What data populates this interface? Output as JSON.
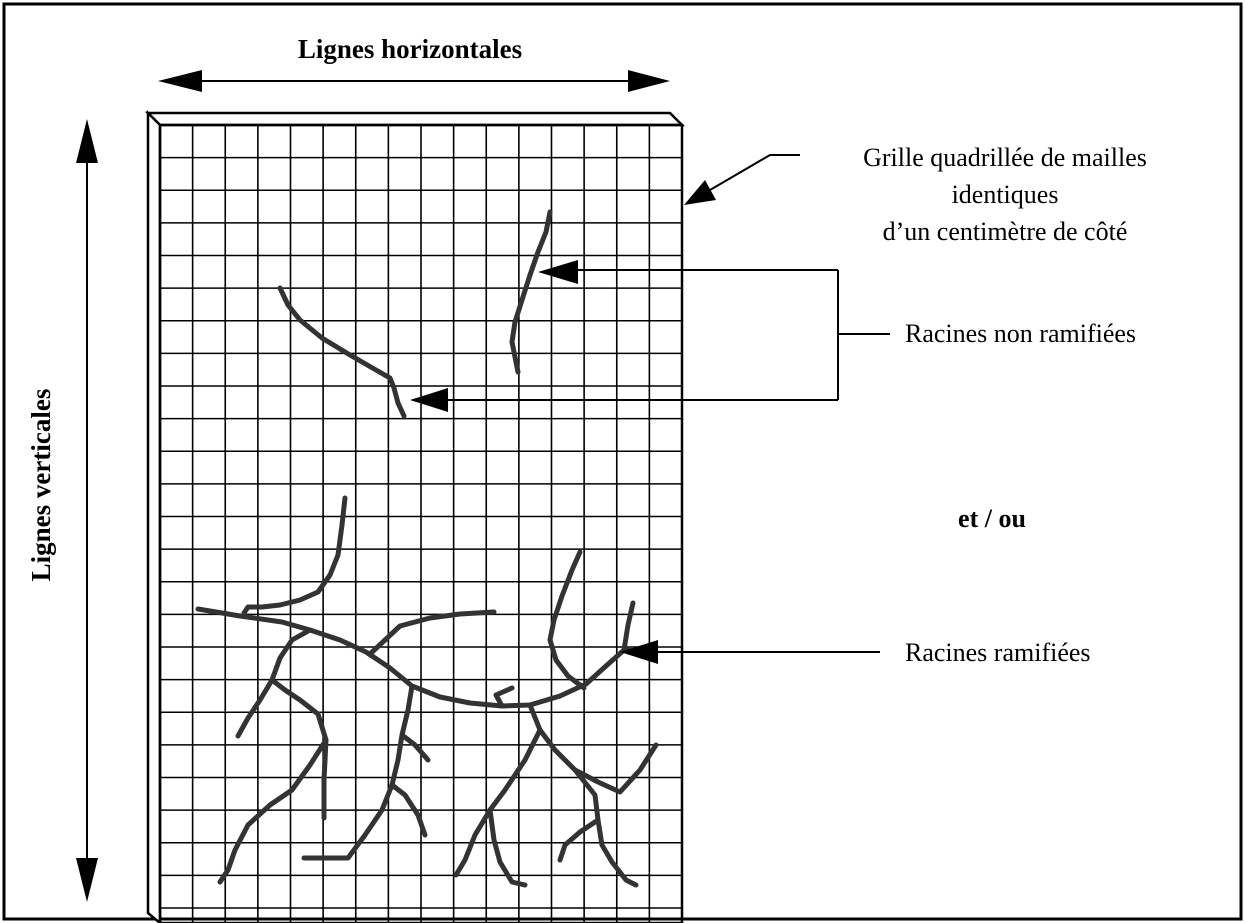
{
  "labels": {
    "horizontal_lines": "Lignes horizontales",
    "vertical_lines": "Lignes verticales",
    "grid_line1": "Grille  quadrillée  de mailles",
    "grid_line2": "identiques",
    "grid_line3": "d’un centimètre de côté",
    "unbranched_roots": "Racines non ramifiées",
    "and_or": "et / ou",
    "branched_roots": "Racines  ramifiées"
  },
  "colors": {
    "ink": "#000000",
    "root": "#333333",
    "background": "#ffffff"
  }
}
